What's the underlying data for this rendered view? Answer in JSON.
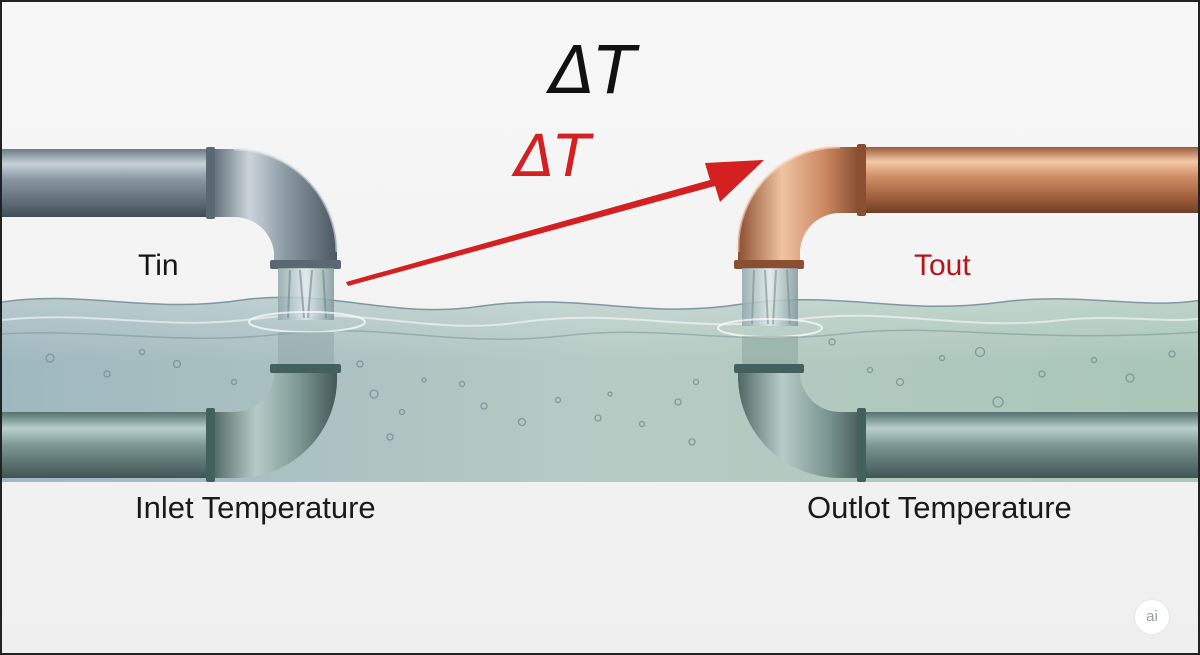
{
  "delta_top": "ΔT",
  "delta_arrow": "ΔT",
  "inlet": {
    "symbol": "Tin",
    "caption": "Inlet Temperature"
  },
  "outlet": {
    "symbol": "Tout",
    "caption": "Outlot Temperature"
  },
  "badge": "ai",
  "colors": {
    "steel_pipe": "#8a98a2",
    "copper_pipe": "#cc8a62",
    "water": "#a9c4c0",
    "arrow": "#d42020",
    "outlet_label": "#b4161a"
  }
}
